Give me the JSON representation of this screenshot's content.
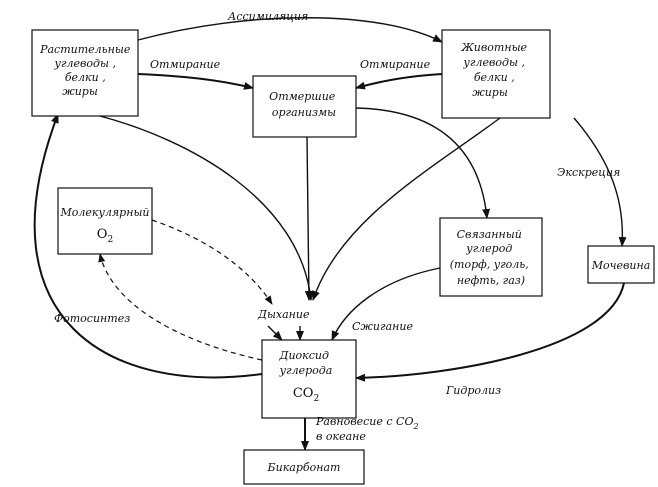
{
  "nodes": {
    "plant": [
      "Растительные",
      "углеводы ,",
      "белки ,",
      "жиры"
    ],
    "animal": [
      "Животные",
      "углеводы ,",
      "белки ,",
      "жиры"
    ],
    "dead": [
      "Отмершие",
      "организмы"
    ],
    "o2": {
      "line1": "Молекулярный",
      "formula": "O",
      "sub": "2"
    },
    "fossil": [
      "Связанный",
      "углерод",
      "(торф, уголь,",
      "нефть, газ)"
    ],
    "urea": "Мочевина",
    "co2": {
      "line1": "Диоксид",
      "line2": "углерода",
      "formula": "CO",
      "sub": "2"
    },
    "bicarb": "Бикарбонат"
  },
  "edges": {
    "assimilation": "Ассимиляция",
    "death_plant": "Отмирание",
    "death_animal": "Отмирание",
    "excretion": "Экскреция",
    "photosynthesis": "Фотосинтез",
    "respiration": "Дыхание",
    "combustion": "Сжигание",
    "hydrolysis": "Гидролиз",
    "equilibrium_1": "Равновесие с CO",
    "equilibrium_sub": "2",
    "equilibrium_2": "в океане"
  }
}
